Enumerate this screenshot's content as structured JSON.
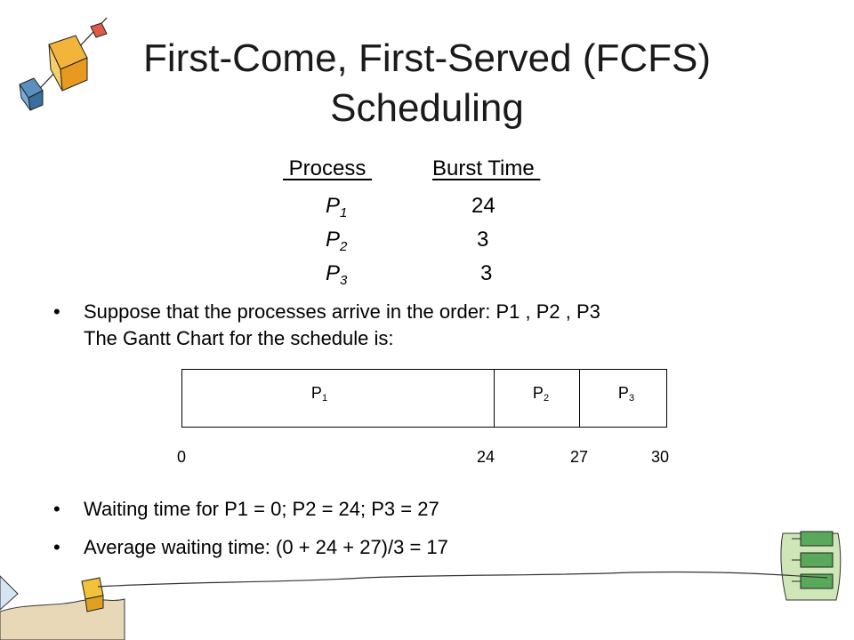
{
  "title": {
    "line1": "First-Come, First-Served (FCFS)",
    "line2": "Scheduling"
  },
  "process_table": {
    "header_process": " Process ",
    "header_burst": "Burst Time ",
    "rows": [
      {
        "process": "P",
        "sub": "1",
        "burst": "24"
      },
      {
        "process": "P",
        "sub": "2",
        "burst": "3"
      },
      {
        "process": "P",
        "sub": "3",
        "burst": "3"
      }
    ]
  },
  "bullets": [
    "Suppose that the processes arrive in the order: P1 , P2 , P3",
    "The Gantt Chart for the schedule is:"
  ],
  "gantt": {
    "segments": [
      {
        "label": "P",
        "sub": "1"
      },
      {
        "label": "P",
        "sub": "2"
      },
      {
        "label": "P",
        "sub": "3"
      }
    ],
    "ticks": [
      "0",
      "24",
      "27",
      "30"
    ]
  },
  "results": [
    "Waiting time for P1  = 0; P2  = 24; P3 = 27",
    "Average waiting time:  (0 + 24 + 27)/3 = 17"
  ],
  "chart_data": {
    "type": "gantt",
    "title": "",
    "categories": [
      "P1",
      "P2",
      "P3"
    ],
    "start": [
      0,
      24,
      27
    ],
    "end": [
      24,
      27,
      30
    ],
    "ticks": [
      0,
      24,
      27,
      30
    ],
    "xlim": [
      0,
      30
    ]
  }
}
